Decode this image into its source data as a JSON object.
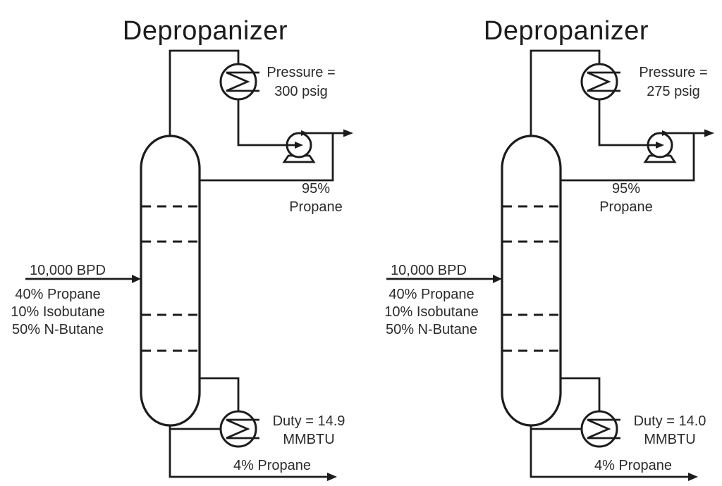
{
  "colors": {
    "background": "#ffffff",
    "line": "#1c1c1c",
    "text": "#2b2b2b"
  },
  "diagrams": [
    {
      "title": "Depropanizer",
      "condenser": {
        "label": "Pressure =",
        "value": "300 psig"
      },
      "distillate": {
        "line1": "95%",
        "line2": "Propane"
      },
      "feed": {
        "rate": "10,000 BPD",
        "components": [
          "40% Propane",
          "10% Isobutane",
          "50% N-Butane"
        ]
      },
      "reboiler": {
        "label": "Duty = 14.9",
        "unit": "MMBTU"
      },
      "bottoms": {
        "label": "4% Propane"
      }
    },
    {
      "title": "Depropanizer",
      "condenser": {
        "label": "Pressure =",
        "value": "275 psig"
      },
      "distillate": {
        "line1": "95%",
        "line2": "Propane"
      },
      "feed": {
        "rate": "10,000 BPD",
        "components": [
          "40% Propane",
          "10% Isobutane",
          "50% N-Butane"
        ]
      },
      "reboiler": {
        "label": "Duty = 14.0",
        "unit": "MMBTU"
      },
      "bottoms": {
        "label": "4% Propane"
      }
    }
  ]
}
